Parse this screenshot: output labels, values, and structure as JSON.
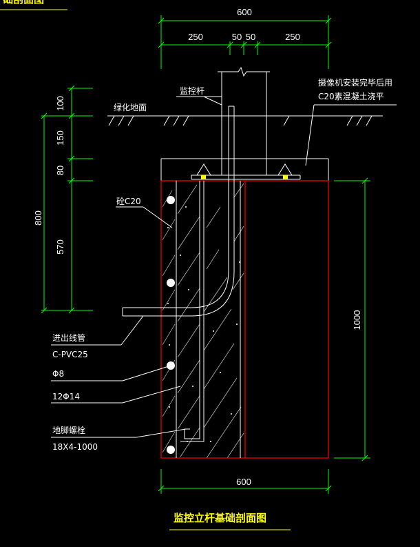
{
  "header": {
    "title_fragment": "础剖面图"
  },
  "drawing": {
    "title": "监控立杆基础剖面图",
    "colors": {
      "dimension_line": "#00ff00",
      "concrete_outline": "#ff0000",
      "structure_line": "#ffffff",
      "title_text": "#ffff00",
      "background": "#000000"
    },
    "dimensions": {
      "top_total": "600",
      "top_segments": [
        "250",
        "50",
        "50",
        "250"
      ],
      "left_total": "800",
      "left_segments": [
        "100",
        "150",
        "80",
        "570"
      ],
      "right_depth": "1000",
      "bottom_width": "600"
    },
    "labels": {
      "pole": "监控杆",
      "ground": "绿化地面",
      "camera_note_line1": "摄像机安装完毕后用",
      "camera_note_line2": "C20素混凝土浇平",
      "concrete": "砼C20",
      "conduit_line1": "进出线管",
      "conduit_line2": "C-PVC25",
      "stirrup": "Φ8",
      "rebar": "12Φ14",
      "anchor_line1": "地脚螺栓",
      "anchor_line2": "18X4-1000"
    }
  }
}
